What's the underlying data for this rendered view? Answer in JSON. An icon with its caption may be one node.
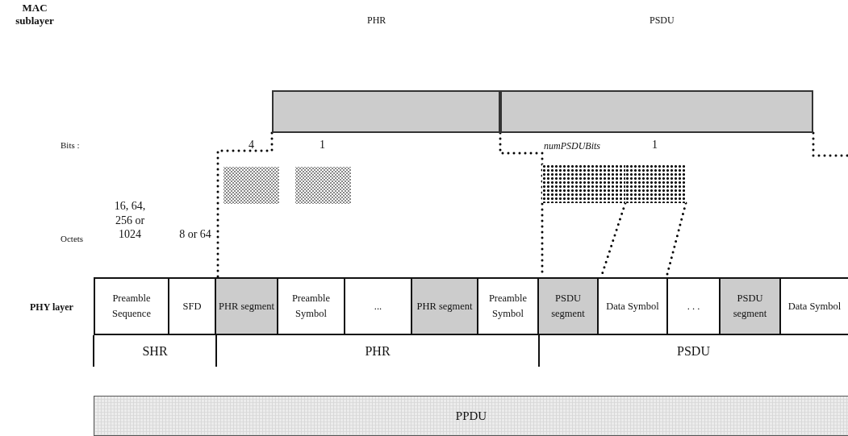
{
  "diagram": {
    "nodes": [
      {
        "text": [],
        "shape": "bar"
      },
      {
        "text": [],
        "shape": "bar"
      },
      {
        "text": [],
        "shape": "box"
      },
      {
        "text": [],
        "shape": "box"
      },
      {
        "text": [],
        "shape": "box"
      },
      {
        "text": [],
        "shape": "box"
      },
      {
        "text": [
          "Preamble Sequence"
        ]
      },
      {
        "text": [
          "SFD"
        ]
      },
      {
        "text": [
          "PHR segment"
        ]
      },
      {
        "text": [
          "Preamble Symbol"
        ]
      },
      {
        "text": [
          "..."
        ]
      },
      {
        "text": [
          "PHR segment"
        ]
      },
      {
        "text": [
          "Preamble Symbol"
        ]
      },
      {
        "text": [
          "PSDU segment"
        ]
      },
      {
        "text": [
          "Data Symbol"
        ]
      },
      {
        "text": [
          ". . ."
        ]
      },
      {
        "text": [
          "PSDU segment"
        ]
      },
      {
        "text": [
          "Data Symbol"
        ]
      },
      {
        "text": [
          "PPDU"
        ]
      }
    ],
    "edges": [
      {
        "from": 0,
        "to": 8,
        "arrow": "none"
      },
      {
        "from": 1,
        "to": 13,
        "arrow": "none"
      },
      {
        "from": 5,
        "to": 14,
        "arrow": "none"
      },
      {
        "from": 5,
        "to": 14,
        "arrow": "none"
      },
      {
        "from": 1,
        "to": null,
        "arrow": "none"
      }
    ],
    "labels": [
      "MAC sublayer",
      "PHR",
      "PSDU",
      "Bits :",
      "4",
      "1",
      "numPSDUBits",
      "1",
      "Octets",
      "16, 64, 256 or 1024",
      "8 or 64",
      "PHY layer",
      "SHR",
      "PHR",
      "PSDU"
    ]
  }
}
